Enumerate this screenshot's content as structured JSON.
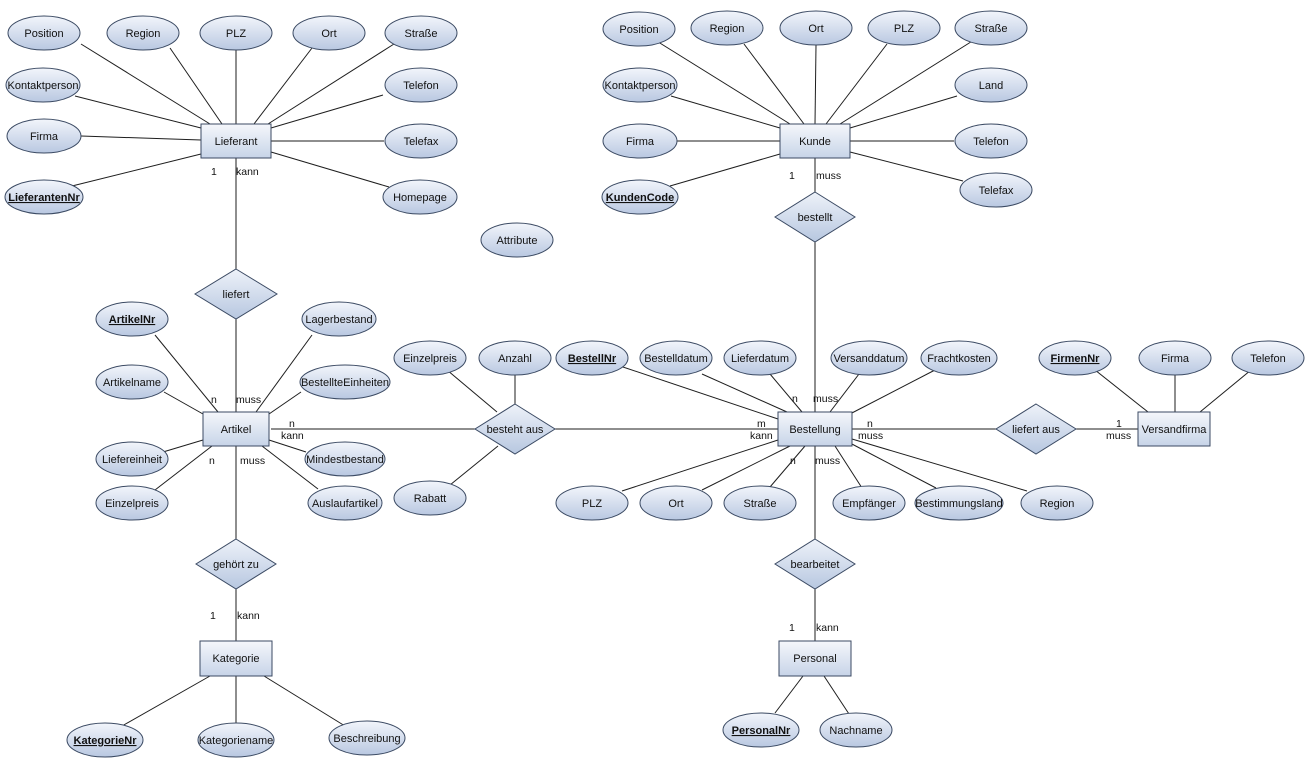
{
  "entities": [
    {
      "id": "lieferant",
      "label": "Lieferant"
    },
    {
      "id": "kunde",
      "label": "Kunde"
    },
    {
      "id": "artikel",
      "label": "Artikel"
    },
    {
      "id": "bestellung",
      "label": "Bestellung"
    },
    {
      "id": "versandfirma",
      "label": "Versandfirma"
    },
    {
      "id": "kategorie",
      "label": "Kategorie"
    },
    {
      "id": "personal",
      "label": "Personal"
    }
  ],
  "relationships": [
    {
      "id": "liefert",
      "label": "liefert"
    },
    {
      "id": "bestellt",
      "label": "bestellt"
    },
    {
      "id": "besteht-aus",
      "label": "besteht aus"
    },
    {
      "id": "liefert-aus",
      "label": "liefert aus"
    },
    {
      "id": "gehoert-zu",
      "label": "gehört zu"
    },
    {
      "id": "bearbeitet",
      "label": "bearbeitet"
    }
  ],
  "attributes": [
    {
      "id": "lief-position",
      "label": "Position",
      "key": false
    },
    {
      "id": "lief-region",
      "label": "Region",
      "key": false
    },
    {
      "id": "lief-plz",
      "label": "PLZ",
      "key": false
    },
    {
      "id": "lief-ort",
      "label": "Ort",
      "key": false
    },
    {
      "id": "lief-strasse",
      "label": "Straße",
      "key": false
    },
    {
      "id": "lief-kontaktperson",
      "label": "Kontaktperson",
      "key": false
    },
    {
      "id": "lief-telefon",
      "label": "Telefon",
      "key": false
    },
    {
      "id": "lief-firma",
      "label": "Firma",
      "key": false
    },
    {
      "id": "lief-telefax",
      "label": "Telefax",
      "key": false
    },
    {
      "id": "lief-nr",
      "label": "LieferantenNr",
      "key": true
    },
    {
      "id": "lief-homepage",
      "label": "Homepage",
      "key": false
    },
    {
      "id": "free-attribute",
      "label": "Attribute",
      "key": false
    },
    {
      "id": "kunde-position",
      "label": "Position",
      "key": false
    },
    {
      "id": "kunde-region",
      "label": "Region",
      "key": false
    },
    {
      "id": "kunde-ort",
      "label": "Ort",
      "key": false
    },
    {
      "id": "kunde-plz",
      "label": "PLZ",
      "key": false
    },
    {
      "id": "kunde-strasse",
      "label": "Straße",
      "key": false
    },
    {
      "id": "kunde-kontaktperson",
      "label": "Kontaktperson",
      "key": false
    },
    {
      "id": "kunde-land",
      "label": "Land",
      "key": false
    },
    {
      "id": "kunde-firma",
      "label": "Firma",
      "key": false
    },
    {
      "id": "kunde-telefon",
      "label": "Telefon",
      "key": false
    },
    {
      "id": "kunde-code",
      "label": "KundenCode",
      "key": true
    },
    {
      "id": "kunde-telefax",
      "label": "Telefax",
      "key": false
    },
    {
      "id": "art-nr",
      "label": "ArtikelNr",
      "key": true
    },
    {
      "id": "art-lagerbestand",
      "label": "Lagerbestand",
      "key": false
    },
    {
      "id": "art-name",
      "label": "Artikelname",
      "key": false
    },
    {
      "id": "art-bestellte",
      "label": "BestellteEinheiten",
      "key": false
    },
    {
      "id": "art-mindest",
      "label": "Mindestbestand",
      "key": false
    },
    {
      "id": "art-liefereinheit",
      "label": "Liefereinheit",
      "key": false
    },
    {
      "id": "art-einzelpreis",
      "label": "Einzelpreis",
      "key": false
    },
    {
      "id": "art-auslauf",
      "label": "Auslaufartikel",
      "key": false
    },
    {
      "id": "ba-einzelpreis",
      "label": "Einzelpreis",
      "key": false
    },
    {
      "id": "ba-anzahl",
      "label": "Anzahl",
      "key": false
    },
    {
      "id": "ba-rabatt",
      "label": "Rabatt",
      "key": false
    },
    {
      "id": "best-nr",
      "label": "BestellNr",
      "key": true
    },
    {
      "id": "best-bestelldatum",
      "label": "Bestelldatum",
      "key": false
    },
    {
      "id": "best-lieferdatum",
      "label": "Lieferdatum",
      "key": false
    },
    {
      "id": "best-versanddatum",
      "label": "Versanddatum",
      "key": false
    },
    {
      "id": "best-frachtkosten",
      "label": "Frachtkosten",
      "key": false
    },
    {
      "id": "best-plz",
      "label": "PLZ",
      "key": false
    },
    {
      "id": "best-ort",
      "label": "Ort",
      "key": false
    },
    {
      "id": "best-strasse",
      "label": "Straße",
      "key": false
    },
    {
      "id": "best-empfaenger",
      "label": "Empfänger",
      "key": false
    },
    {
      "id": "best-bestimmungsland",
      "label": "Bestimmungsland",
      "key": false
    },
    {
      "id": "best-region",
      "label": "Region",
      "key": false
    },
    {
      "id": "vf-nr",
      "label": "FirmenNr",
      "key": true
    },
    {
      "id": "vf-firma",
      "label": "Firma",
      "key": false
    },
    {
      "id": "vf-telefon",
      "label": "Telefon",
      "key": false
    },
    {
      "id": "kat-nr",
      "label": "KategorieNr",
      "key": true
    },
    {
      "id": "kat-name",
      "label": "Kategoriename",
      "key": false
    },
    {
      "id": "kat-beschreibung",
      "label": "Beschreibung",
      "key": false
    },
    {
      "id": "pers-nr",
      "label": "PersonalNr",
      "key": true
    },
    {
      "id": "pers-nachname",
      "label": "Nachname",
      "key": false
    }
  ],
  "cardinalities": [
    {
      "id": "c-lief-1",
      "label": "1"
    },
    {
      "id": "c-lief-kann",
      "label": "kann"
    },
    {
      "id": "c-kunde-1",
      "label": "1"
    },
    {
      "id": "c-kunde-muss",
      "label": "muss"
    },
    {
      "id": "c-art-top-n",
      "label": "n"
    },
    {
      "id": "c-art-top-muss",
      "label": "muss"
    },
    {
      "id": "c-art-right-n",
      "label": "n"
    },
    {
      "id": "c-art-right-kann",
      "label": "kann"
    },
    {
      "id": "c-art-bot-n",
      "label": "n"
    },
    {
      "id": "c-art-bot-muss",
      "label": "muss"
    },
    {
      "id": "c-best-left-m",
      "label": "m"
    },
    {
      "id": "c-best-left-kann",
      "label": "kann"
    },
    {
      "id": "c-best-top-n",
      "label": "n"
    },
    {
      "id": "c-best-top-muss",
      "label": "muss"
    },
    {
      "id": "c-best-right-n",
      "label": "n"
    },
    {
      "id": "c-best-right-muss",
      "label": "muss"
    },
    {
      "id": "c-best-bot-n",
      "label": "n"
    },
    {
      "id": "c-best-bot-muss",
      "label": "muss"
    },
    {
      "id": "c-vf-1",
      "label": "1"
    },
    {
      "id": "c-vf-muss",
      "label": "muss"
    },
    {
      "id": "c-kat-1",
      "label": "1"
    },
    {
      "id": "c-kat-kann",
      "label": "kann"
    },
    {
      "id": "c-pers-1",
      "label": "1"
    },
    {
      "id": "c-pers-kann",
      "label": "kann"
    }
  ]
}
